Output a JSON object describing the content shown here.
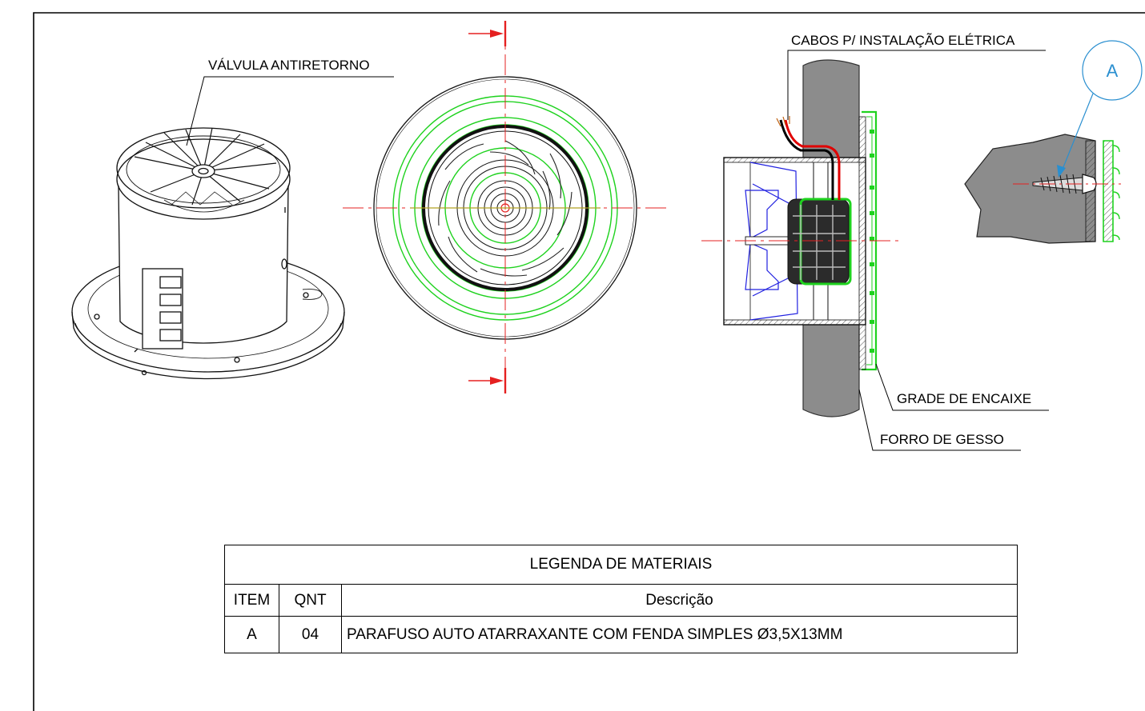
{
  "labels": {
    "valve": "VÁLVULA ANTIRETORNO",
    "cables": "CABOS P/ INSTALAÇÃO ELÉTRICA",
    "grille": "GRADE DE ENCAIXE",
    "ceiling": "FORRO DE GESSO",
    "detail_marker": "A"
  },
  "legend": {
    "title": "LEGENDA DE MATERIAIS",
    "headers": {
      "item": "ITEM",
      "qty": "QNT",
      "description": "Descrição"
    },
    "rows": [
      {
        "item": "A",
        "qty": "04",
        "description": "PARAFUSO AUTO ATARRAXANTE COM FENDA SIMPLES Ø3,5X13MM"
      }
    ]
  },
  "colors": {
    "centerline": "#e52020",
    "fan_grille": "#1fd21f",
    "impeller": "#2020e0",
    "wire_red": "#e00000",
    "leader_blue": "#2a8fd0",
    "wall_gray": "#8c8c8c"
  }
}
